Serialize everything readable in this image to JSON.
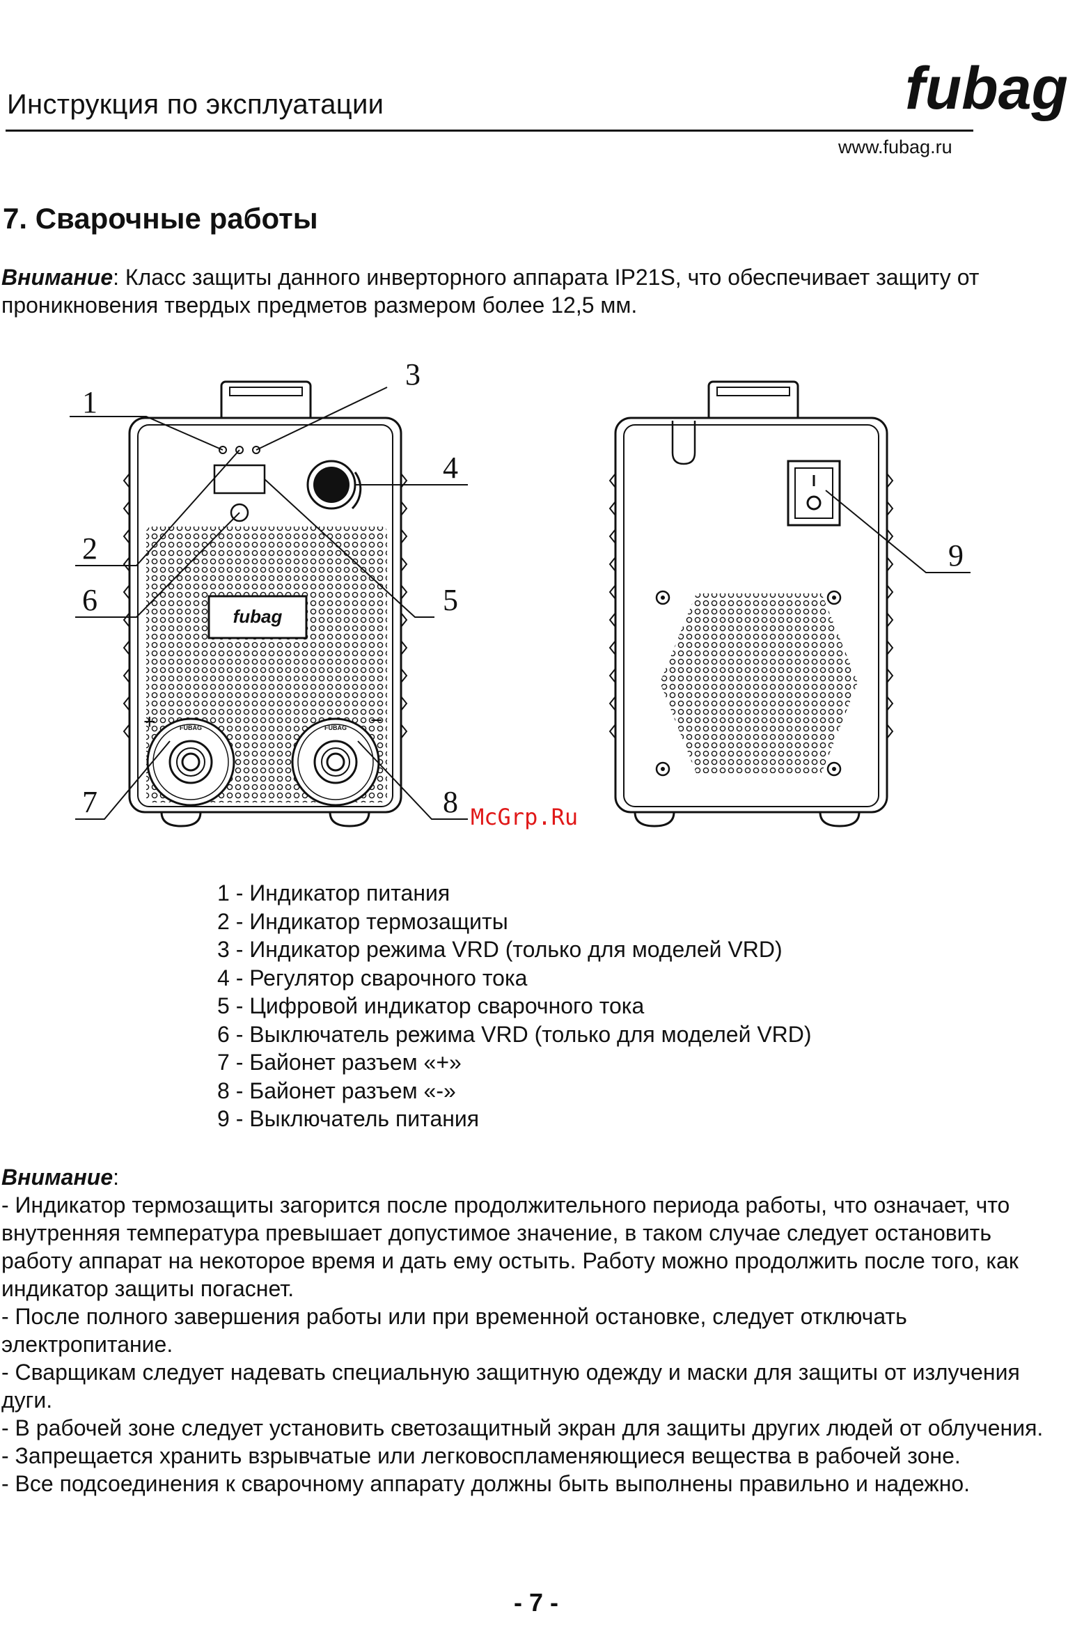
{
  "header": {
    "title": "Инструкция по эксплуатации",
    "brand": "fubag",
    "url": "www.fubag.ru"
  },
  "section": {
    "title": "7. Сварочные работы"
  },
  "warning": {
    "label": "Внимание",
    "text": ": Класс защиты данного инверторного аппарата IP21S, что обеспечивает защиту от проникновения твердых предметов размером более 12,5 мм."
  },
  "figure": {
    "front_callouts": [
      "1",
      "2",
      "3",
      "4",
      "5",
      "6",
      "7",
      "8"
    ],
    "back_callouts": [
      "9"
    ],
    "panel_brand": "fubag",
    "plus_sign": "+",
    "minus_sign": "−",
    "connector_label": "FUBAG",
    "watermark": "McGrp.Ru"
  },
  "legend": [
    "1 - Индикатор питания",
    "2 - Индикатор термозащиты",
    "3 - Индикатор режима VRD (только для моделей VRD)",
    "4 - Регулятор сварочного тока",
    "5 - Цифровой индикатор сварочного тока",
    "6 - Выключатель режима VRD (только для моделей VRD)",
    "7 - Байонет разъем «+»",
    "8 - Байонет разъем «-»",
    "9 - Выключатель питания"
  ],
  "notes": {
    "label": "Внимание",
    "colon": ":",
    "lines": [
      "- Индикатор термозащиты загорится после продолжительного периода работы, что означает, что внутренняя температура превышает допустимое значение, в таком случае следует остановить работу аппарат на некоторое время и дать ему остыть. Работу можно продолжить после того, как индикатор защиты погаснет.",
      "- После полного завершения работы или при временной остановке, следует отключать электропитание.",
      "- Сварщикам следует надевать специальную защитную одежду и маски для защиты от излучения дуги.",
      "- В рабочей зоне следует установить светозащитный экран для защиты других людей от облучения.",
      "- Запрещается хранить взрывчатые или легковоспламеняющиеся вещества в рабочей зоне.",
      "- Все подсоединения к сварочному аппарату должны быть выполнены правильно и надежно."
    ]
  },
  "footer": {
    "page_number": "- 7 -"
  }
}
